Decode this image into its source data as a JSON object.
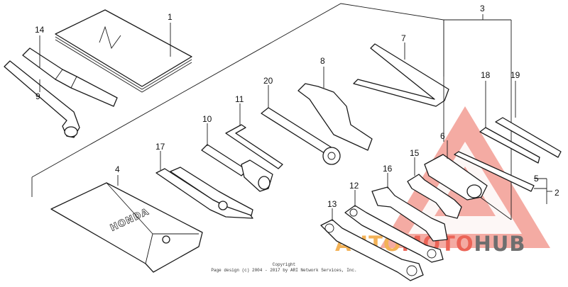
{
  "parts": [
    {
      "id": "1",
      "label": "1"
    },
    {
      "id": "2",
      "label": "2"
    },
    {
      "id": "3",
      "label": "3"
    },
    {
      "id": "4",
      "label": "4"
    },
    {
      "id": "5",
      "label": "5"
    },
    {
      "id": "6",
      "label": "6"
    },
    {
      "id": "7",
      "label": "7"
    },
    {
      "id": "8",
      "label": "8"
    },
    {
      "id": "9",
      "label": "9"
    },
    {
      "id": "10",
      "label": "10"
    },
    {
      "id": "11",
      "label": "11"
    },
    {
      "id": "12",
      "label": "12"
    },
    {
      "id": "13",
      "label": "13"
    },
    {
      "id": "14",
      "label": "14"
    },
    {
      "id": "15",
      "label": "15"
    },
    {
      "id": "16",
      "label": "16"
    },
    {
      "id": "17",
      "label": "17"
    },
    {
      "id": "18",
      "label": "18"
    },
    {
      "id": "19",
      "label": "19"
    },
    {
      "id": "20",
      "label": "20"
    }
  ],
  "bag_print": "HONDA",
  "copyright": {
    "line1": "Copyright",
    "line2": "Page design (c) 2004 - 2017 by ARI Network Services, Inc."
  },
  "watermark": {
    "part1": "AUTO",
    "part2": "MOTO",
    "part3": "HUB",
    "color_red": "#e84a3a",
    "color_orange": "#f2a53a",
    "color_dark": "#555555"
  }
}
